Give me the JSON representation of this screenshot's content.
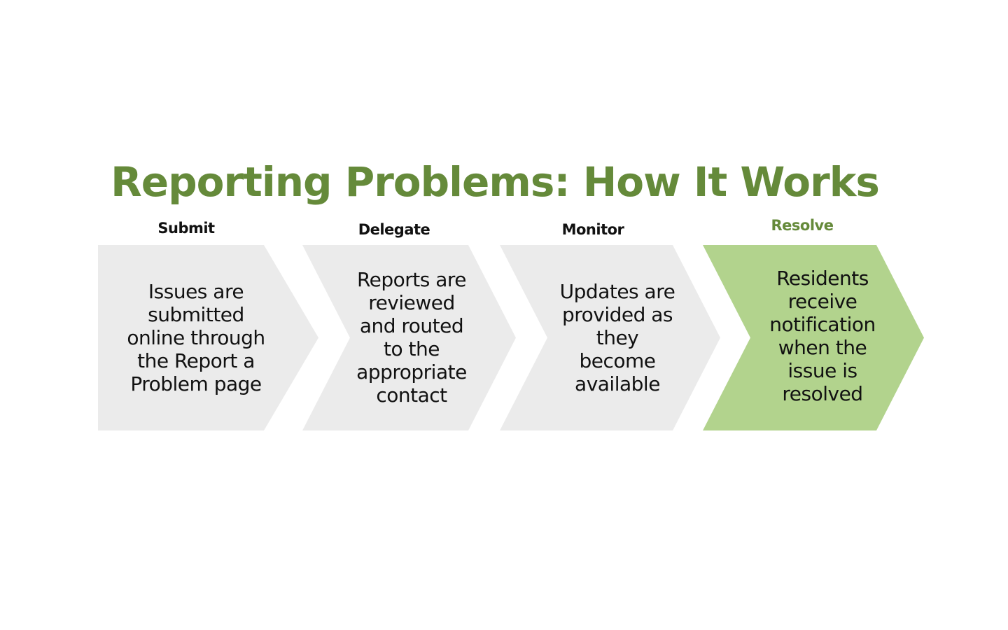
{
  "title": "Reporting Problems: How It Works",
  "colors": {
    "accent": "#658a3a",
    "step_fill": "#ebebeb",
    "active_fill": "#b2d38d",
    "text": "#111111"
  },
  "steps": [
    {
      "label": "Submit",
      "lines": [
        "Issues are",
        "submitted",
        "online through",
        "the Report a",
        "Problem page"
      ],
      "active": false
    },
    {
      "label": "Delegate",
      "lines": [
        "Reports are",
        "reviewed",
        "and routed",
        "to the",
        "appropriate",
        "contact"
      ],
      "active": false
    },
    {
      "label": "Monitor",
      "lines": [
        "Updates are",
        "provided as",
        "they",
        "become",
        "available"
      ],
      "active": false
    },
    {
      "label": "Resolve",
      "lines": [
        "Residents",
        "receive",
        "notification",
        "when the",
        "issue is",
        "resolved"
      ],
      "active": true
    }
  ]
}
